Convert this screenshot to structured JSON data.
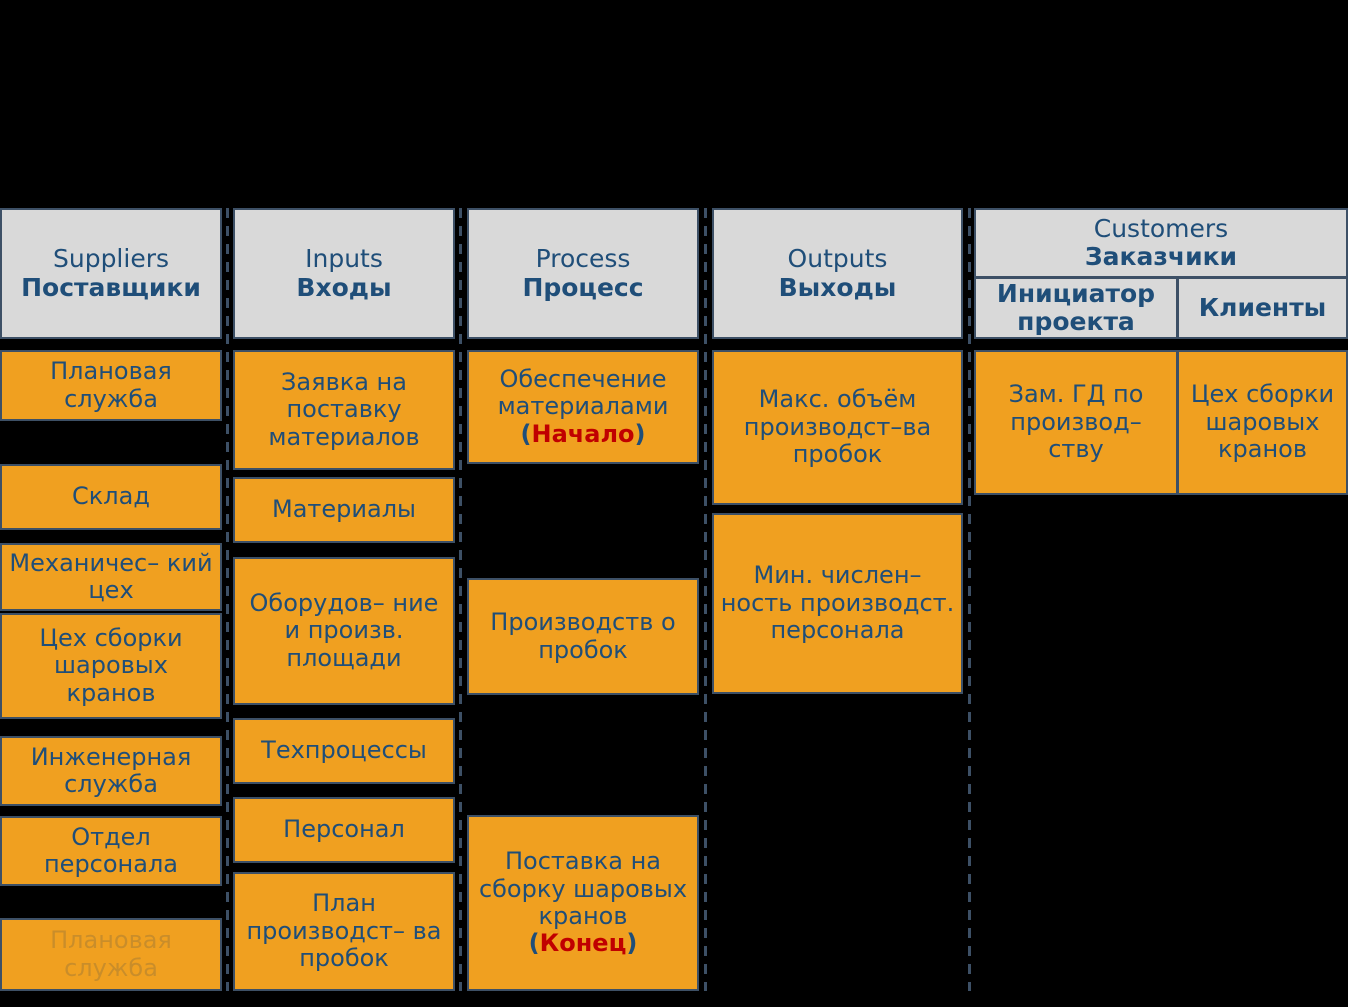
{
  "diagram": {
    "type": "SIPOC",
    "accent_orange": "#F0A020",
    "header_gray": "#D9D9D9",
    "text_blue": "#1F4E79",
    "highlight_red": "#C00000",
    "background": "#000000"
  },
  "columns": [
    {
      "key": "suppliers",
      "header_en": "Suppliers",
      "header_ru": "Поставщики",
      "items": [
        {
          "text": "Плановая служба",
          "faded": false
        },
        {
          "text": "Склад",
          "faded": false
        },
        {
          "text": "Механичес–\nкий цех",
          "faded": false
        },
        {
          "text": "Цех сборки шаровых кранов",
          "faded": false
        },
        {
          "text": "Инженерная служба",
          "faded": false
        },
        {
          "text": "Отдел персонала",
          "faded": false
        },
        {
          "text": "Плановая служба",
          "faded": true
        }
      ]
    },
    {
      "key": "inputs",
      "header_en": "Inputs",
      "header_ru": "Входы",
      "items": [
        {
          "text": "Заявка на поставку материалов",
          "faded": false
        },
        {
          "text": "Материалы",
          "faded": false
        },
        {
          "text": "Оборудов–\nние и произв. площади",
          "faded": false
        },
        {
          "text": "Техпроцессы",
          "faded": false
        },
        {
          "text": "Персонал",
          "faded": false
        },
        {
          "text": "План производст–\nва пробок",
          "faded": false
        }
      ]
    },
    {
      "key": "process",
      "header_en": "Process",
      "header_ru": "Процесс",
      "items": [
        {
          "text": "Обеспечение материалами",
          "marker": "(Начало)",
          "marker_word": "Начало",
          "faded": false
        },
        {
          "text": "Производств о пробок",
          "faded": false
        },
        {
          "text": "Поставка на сборку шаровых кранов",
          "marker": "(Конец)",
          "marker_word": "Конец",
          "faded": false
        }
      ]
    },
    {
      "key": "outputs",
      "header_en": "Outputs",
      "header_ru": "Выходы",
      "items": [
        {
          "text": "Макс. объём производст–ва пробок",
          "faded": false
        },
        {
          "text": "Мин. числен–\nность производст. персонала",
          "faded": false
        }
      ]
    },
    {
      "key": "customers",
      "header_en": "Customers",
      "header_ru": "Заказчики",
      "sub_headers": [
        "Инициатор проекта",
        "Клиенты"
      ],
      "items": [
        {
          "text": "Зам. ГД по производ–\nству",
          "faded": false
        },
        {
          "text": "Цех сборки шаровых кранов",
          "faded": false
        }
      ]
    }
  ]
}
